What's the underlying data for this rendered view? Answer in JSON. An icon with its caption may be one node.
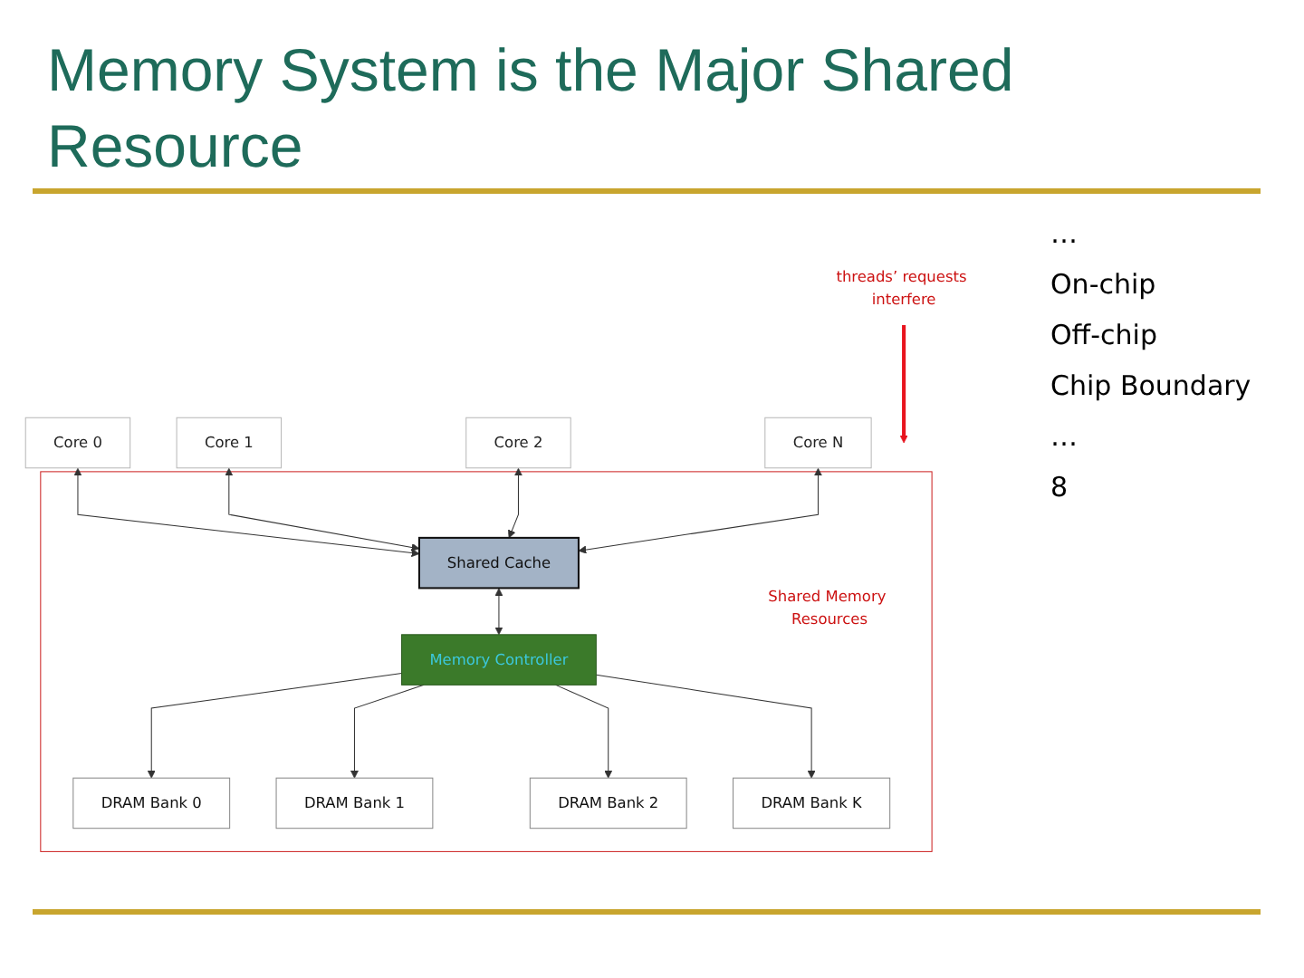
{
  "diagram": {
    "title": "Memory System is the Major Shared Resource",
    "nodes": [
      {
        "text": [
          "Core 0"
        ]
      },
      {
        "text": [
          "Core 1"
        ]
      },
      {
        "text": [
          "Core 2"
        ]
      },
      {
        "text": [
          "Core N"
        ]
      },
      {
        "text": [
          "threads’ requests interfere"
        ]
      },
      {
        "text": [
          "Shared Memory Resources"
        ]
      },
      {
        "text": [
          "Shared Cache"
        ],
        "in": 5
      },
      {
        "text": [
          "Memory Controller"
        ],
        "in": 5
      },
      {
        "text": [
          "DRAM Bank 0"
        ],
        "in": 5
      },
      {
        "text": [
          "DRAM Bank 1"
        ],
        "in": 5
      },
      {
        "text": [
          "DRAM Bank 2"
        ],
        "in": 5
      },
      {
        "text": [
          "DRAM Bank K"
        ],
        "in": 5
      }
    ],
    "edges": [
      {
        "from": 0,
        "to": 6,
        "arrow": "both"
      },
      {
        "from": 1,
        "to": 6,
        "arrow": "both"
      },
      {
        "from": 2,
        "to": 6,
        "arrow": "both"
      },
      {
        "from": 3,
        "to": 6,
        "arrow": "both"
      },
      {
        "from": 4,
        "to": 5,
        "arrow": "to",
        "style": "thick",
        "color": "#e8141e"
      },
      {
        "from": 6,
        "to": 7,
        "arrow": "both"
      },
      {
        "from": 7,
        "to": 8,
        "arrow": "to"
      },
      {
        "from": 7,
        "to": 9,
        "arrow": "to"
      },
      {
        "from": 7,
        "to": 10,
        "arrow": "to"
      },
      {
        "from": 7,
        "to": 11,
        "arrow": "to"
      }
    ],
    "labels": [
      "…",
      "On-chip",
      "Off-chip",
      "Chip Boundary",
      "…",
      "8"
    ]
  }
}
